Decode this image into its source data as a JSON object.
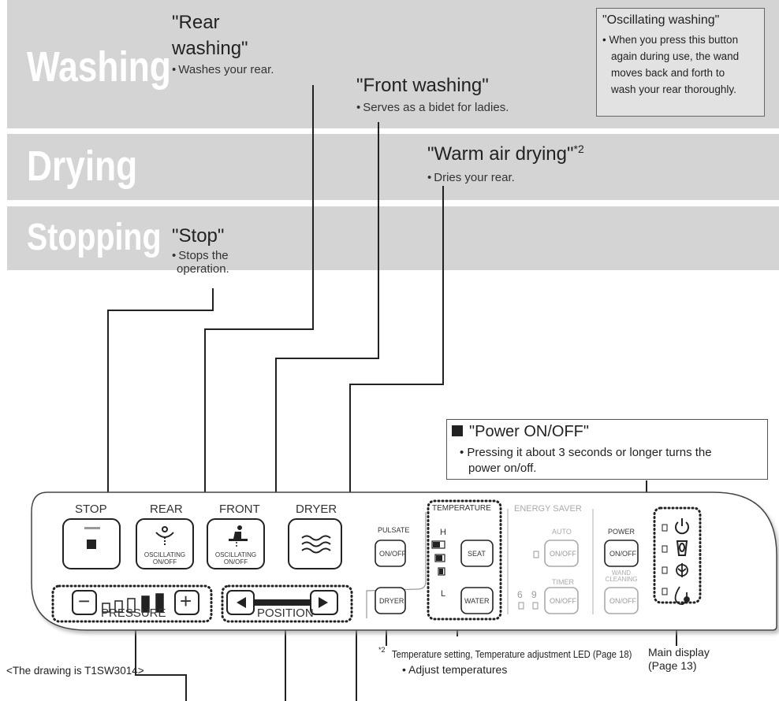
{
  "bands": {
    "washing": "Washing",
    "drying": "Drying",
    "stopping": "Stopping"
  },
  "callouts": {
    "rear": {
      "title_l1": "\"Rear",
      "title_l2": "washing\"",
      "desc": "Washes your rear."
    },
    "front": {
      "title": "\"Front washing\"",
      "desc": "Serves as a bidet for ladies."
    },
    "dryer": {
      "title": "\"Warm air drying\"",
      "sup": "*2",
      "desc": "Dries your rear."
    },
    "stop": {
      "title": "\"Stop\"",
      "desc_l1": "Stops the",
      "desc_l2": "operation."
    },
    "oscillating": {
      "title": "\"Oscillating washing\"",
      "desc_l1": "When you press this button",
      "desc_l2": "again during use, the wand",
      "desc_l3": "moves back and forth to",
      "desc_l4": "wash your rear thoroughly."
    },
    "power": {
      "title": "\"Power ON/OFF\"",
      "desc_l1": "Pressing it about 3 seconds or longer turns the",
      "desc_l2": "power on/off."
    }
  },
  "panel": {
    "stop": "STOP",
    "rear": "REAR",
    "front": "FRONT",
    "dryer": "DRYER",
    "oscillating_l1": "OSCILLATING",
    "oscillating_l2": "ON/OFF",
    "pressure": "PRESSURE",
    "position": "POSITION",
    "pulsate": "PULSATE",
    "on_off": "ON/OFF",
    "temperature": "TEMPERATURE",
    "h": "H",
    "l": "L",
    "seat": "SEAT",
    "water": "WATER",
    "dryer_small": "DRYER",
    "energy_saver": "ENERGY SAVER",
    "auto": "AUTO",
    "timer": "TIMER",
    "timer_6": "6",
    "timer_9": "9",
    "power": "POWER",
    "wand_l1": "WAND",
    "wand_l2": "CLEANING",
    "minus": "−",
    "plus": "+"
  },
  "captions": {
    "footnote_mark": "*2",
    "temp_l1": "Temperature setting, Temperature adjustment LED (Page 18)",
    "temp_l2": "Adjust temperatures",
    "main_l1": "Main display",
    "main_l2": "(Page 13)",
    "drawing": "<The drawing is T1SW3014>"
  },
  "icons": [
    "stop-indicator-icon",
    "rear-spray-icon",
    "front-spray-icon",
    "warm-air-icon",
    "left-arrow-icon",
    "right-arrow-icon",
    "power-icon",
    "wand-icon",
    "eco-leaf-icon",
    "water-temp-icon"
  ]
}
